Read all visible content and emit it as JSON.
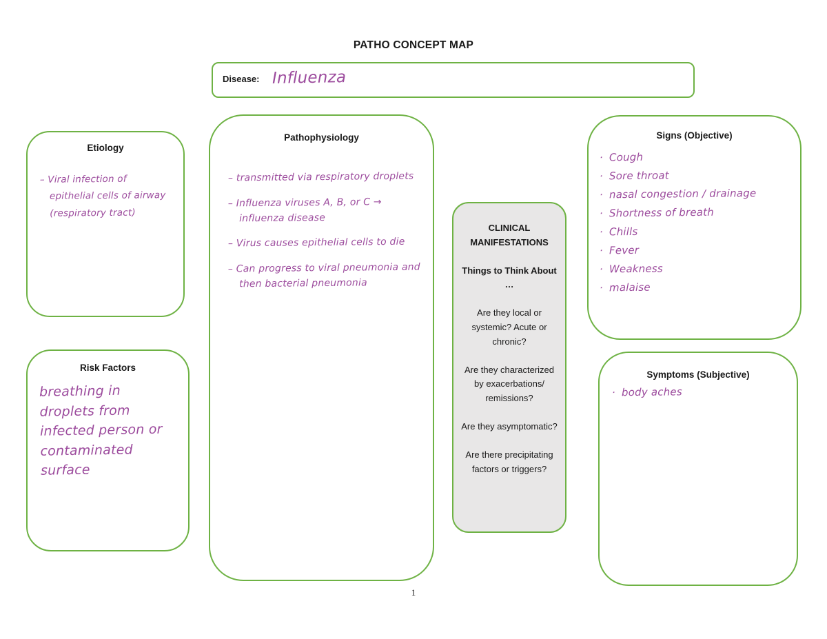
{
  "page": {
    "title": "PATHO CONCEPT MAP",
    "page_number": "1"
  },
  "disease": {
    "label": "Disease:",
    "value": "Influenza"
  },
  "etiology": {
    "title": "Etiology",
    "notes": [
      "– Viral infection of epithelial cells of airway (respiratory tract)"
    ]
  },
  "pathophysiology": {
    "title": "Pathophysiology",
    "notes": [
      "– transmitted via respiratory droplets",
      "– Influenza viruses A, B, or C → influenza disease",
      "– Virus causes epithelial cells to die",
      "– Can progress to viral pneumonia and then bacterial pneumonia"
    ]
  },
  "risk_factors": {
    "title": "Risk Factors",
    "notes": [
      "breathing in droplets from infected person or contaminated surface"
    ]
  },
  "clinical_manifestations": {
    "heading": "CLINICAL MANIFESTATIONS",
    "subtitle": "Things to Think About …",
    "questions": [
      "Are they local or systemic? Acute or chronic?",
      "Are they characterized by exacerbations/ remissions?",
      "Are they asymptomatic?",
      "Are there precipitating factors or triggers?"
    ]
  },
  "signs": {
    "title": "Signs (Objective)",
    "items": [
      "Cough",
      "Sore throat",
      "nasal congestion / drainage",
      "Shortness of breath",
      "Chills",
      "Fever",
      "Weakness",
      "malaise"
    ]
  },
  "symptoms": {
    "title": "Symptoms (Subjective)",
    "items": [
      "body aches"
    ]
  },
  "colors": {
    "border_green": "#6eb244",
    "handwriting_purple": "#9c4b9d",
    "manifestations_bg": "#e8e7e7"
  }
}
